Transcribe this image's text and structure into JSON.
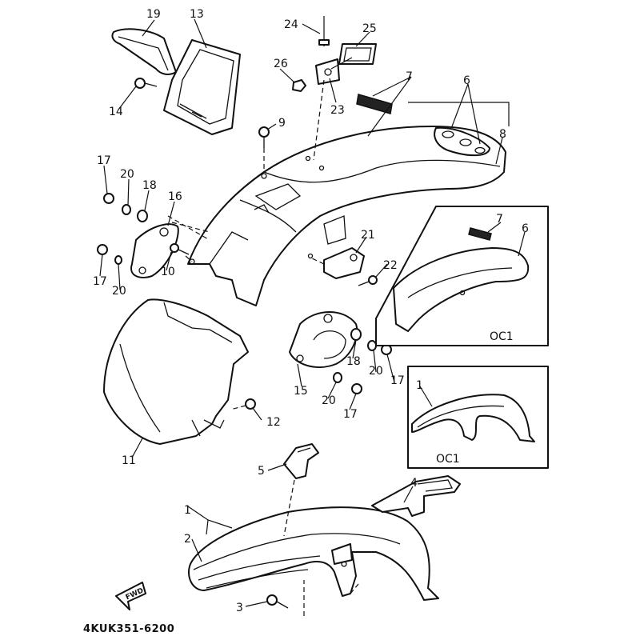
{
  "diagram_code": "4KUK351-6200",
  "fwd_label": "FWD",
  "callouts": {
    "c1": "1",
    "c1b": "1",
    "c2": "2",
    "c3": "3",
    "c4": "4",
    "c5": "5",
    "c6": "6",
    "c6b": "6",
    "c7": "7",
    "c7b": "7",
    "c8": "8",
    "c9": "9",
    "c10": "10",
    "c11": "11",
    "c12": "12",
    "c13": "13",
    "c14": "14",
    "c15": "15",
    "c16": "16",
    "c17a": "17",
    "c17b": "17",
    "c17c": "17",
    "c17d": "17",
    "c18a": "18",
    "c18b": "18",
    "c19": "19",
    "c20a": "20",
    "c20b": "20",
    "c20c": "20",
    "c20d": "20",
    "c21": "21",
    "c22": "22",
    "c23": "23",
    "c24": "24",
    "c25": "25",
    "c26": "26"
  },
  "inset_labels": {
    "oc1_a": "OC1",
    "oc1_b": "OC1"
  },
  "colors": {
    "ink": "#111111",
    "paper": "#ffffff"
  }
}
